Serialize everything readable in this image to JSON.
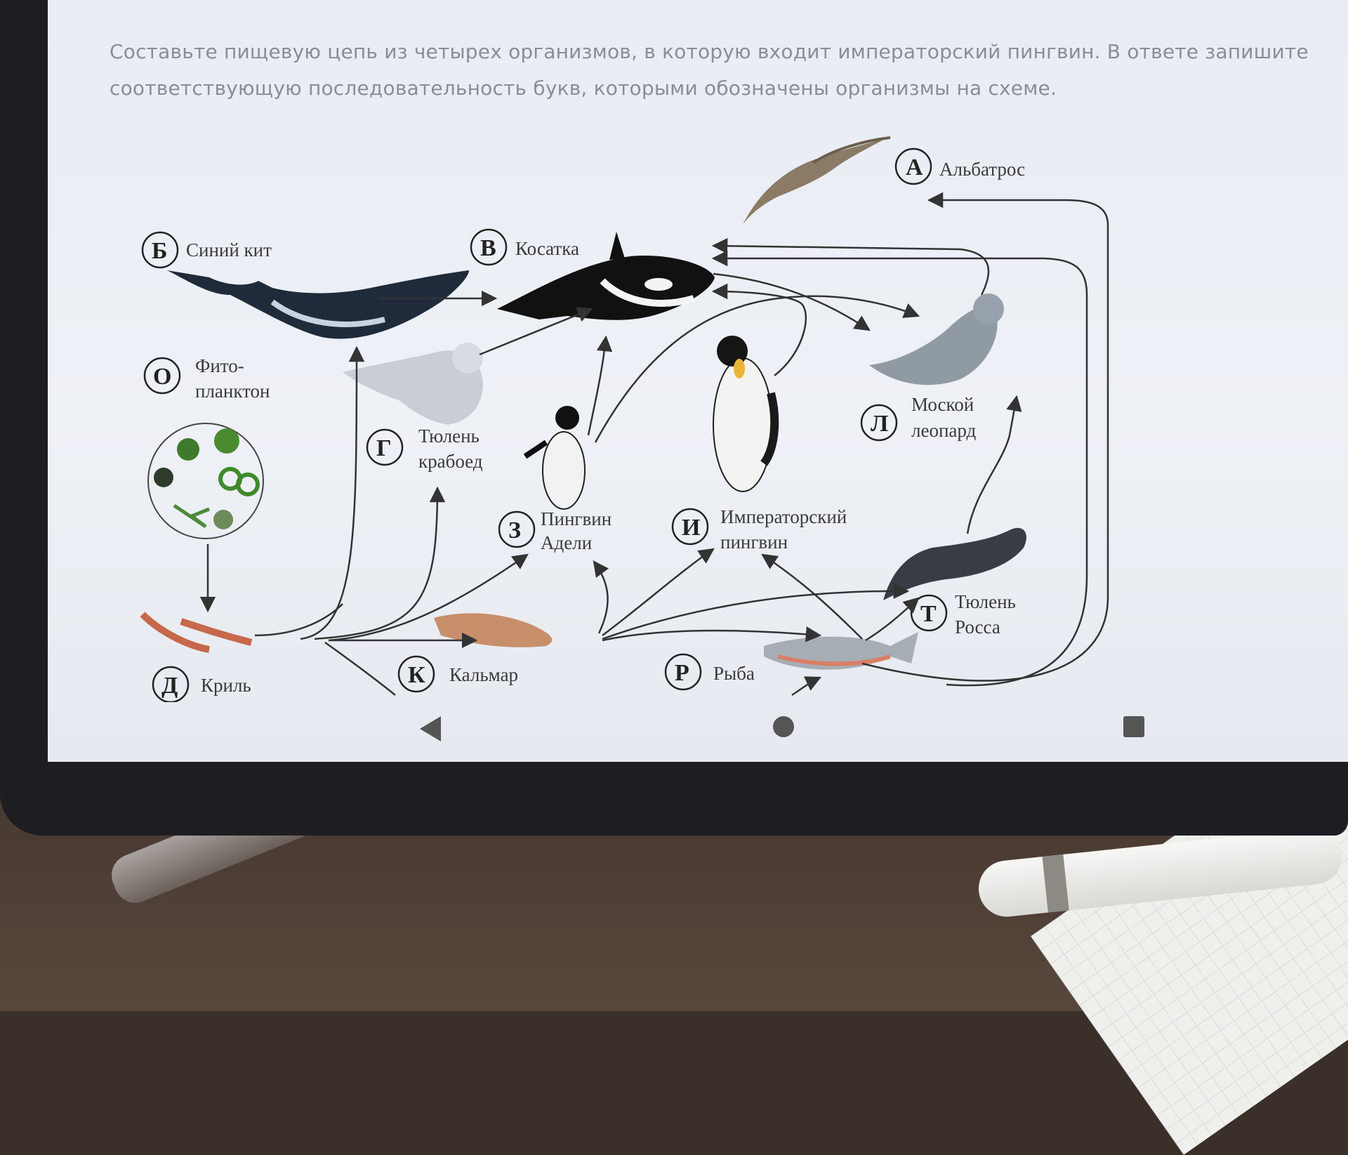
{
  "question": "Составьте пищевую цепь из четырех организмов, в которую входит императорский пингвин. В ответе запишите соответствующую последовательность букв, которыми обозначены организмы на схеме.",
  "organisms": {
    "A": {
      "letter": "А",
      "name": "Альбатрос"
    },
    "B": {
      "letter": "Б",
      "name": "Синий кит"
    },
    "V": {
      "letter": "В",
      "name": "Косатка"
    },
    "O": {
      "letter": "О",
      "line1": "Фито-",
      "line2": "планктон"
    },
    "G": {
      "letter": "Г",
      "line1": "Тюлень",
      "line2": "крабоед"
    },
    "Z": {
      "letter": "З",
      "line1": "Пингвин",
      "line2": "Адели"
    },
    "I": {
      "letter": "И",
      "line1": "Императорский",
      "line2": "пингвин"
    },
    "L": {
      "letter": "Л",
      "line1": "Моской",
      "line2": "леопард"
    },
    "T": {
      "letter": "Т",
      "line1": "Тюлень",
      "line2": "Росса"
    },
    "D": {
      "letter": "Д",
      "name": "Криль"
    },
    "K": {
      "letter": "К",
      "name": "Кальмар"
    },
    "R": {
      "letter": "Р",
      "name": "Рыба"
    }
  },
  "colors": {
    "question_text": "#8a8d95",
    "screen_bg": "#eaedf3",
    "bezel": "#1d1d22"
  },
  "nav_icons": [
    "back-icon",
    "home-icon",
    "recent-apps-icon"
  ]
}
